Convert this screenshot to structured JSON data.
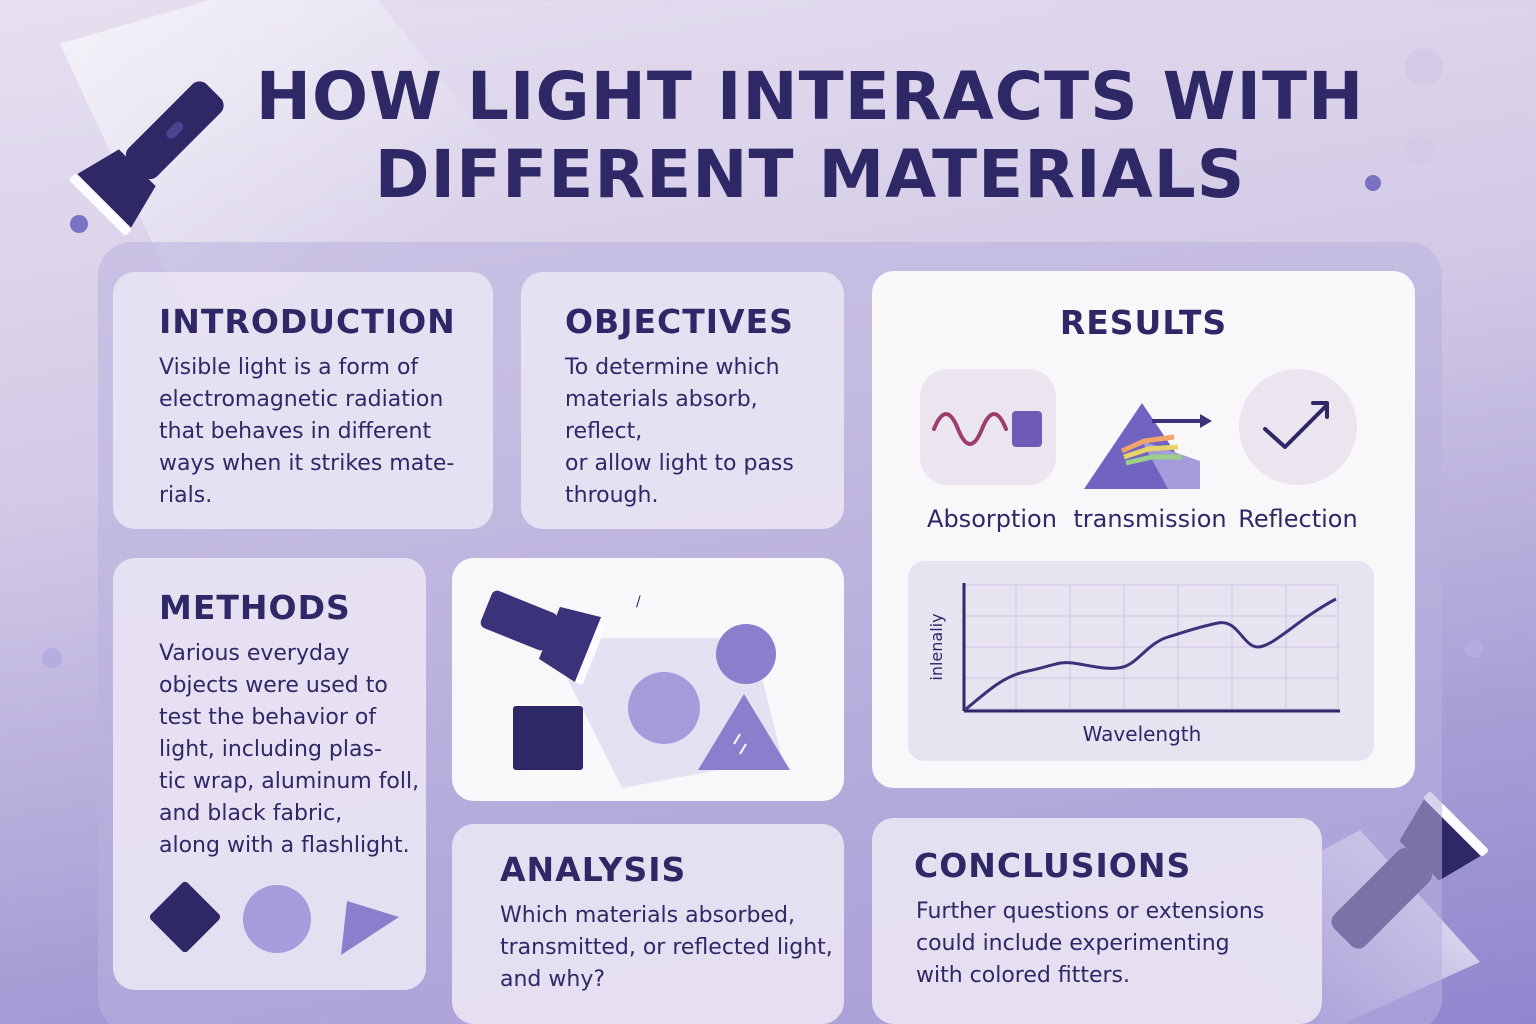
{
  "title": {
    "line1": "HOW LIGHT INTERACTS WITH",
    "line2": "DIFFERENT MATERIALS"
  },
  "introduction": {
    "heading": "INTRODUCTION",
    "lines": [
      "Visible light is a form of",
      "electromagnetic radiation",
      "that behaves in different",
      "ways when it strikes mate-",
      "rials."
    ]
  },
  "objectives": {
    "heading": "OBJECTIVES",
    "lines": [
      "To determine which",
      "materials absorb, reflect,",
      "or allow light to pass",
      "through."
    ]
  },
  "results": {
    "heading": "RESULTS",
    "icons": [
      {
        "label": "Absorption",
        "icon": "absorption-icon"
      },
      {
        "label": "transmission",
        "icon": "prism-icon"
      },
      {
        "label": "Reflection",
        "icon": "reflection-icon"
      }
    ],
    "graph": {
      "ylabel": "inlenaliy",
      "xlabel": "Wavelength"
    }
  },
  "methods": {
    "heading": "METHODS",
    "lines": [
      "Various everyday",
      "objects were used to",
      "test the behavior of",
      "light, including plas-",
      "tic wrap, aluminum foll,",
      "and black fabric,",
      "along with a flashlight."
    ]
  },
  "experiment_illustration": {
    "mark": "/"
  },
  "analysis": {
    "heading": "ANALYSIS",
    "lines": [
      "Which materials absorbed,",
      "transmitted, or reflected light,",
      "and why?"
    ]
  },
  "conclusions": {
    "heading": "CONCLUSIONS",
    "lines": [
      "Further questions or extensions",
      "could include experimenting",
      "with colored fitters."
    ]
  },
  "colors": {
    "primary": "#2e2866",
    "accent": "#8a7fcc",
    "card": "#e8e3f2",
    "card_white": "#faf7fb"
  }
}
